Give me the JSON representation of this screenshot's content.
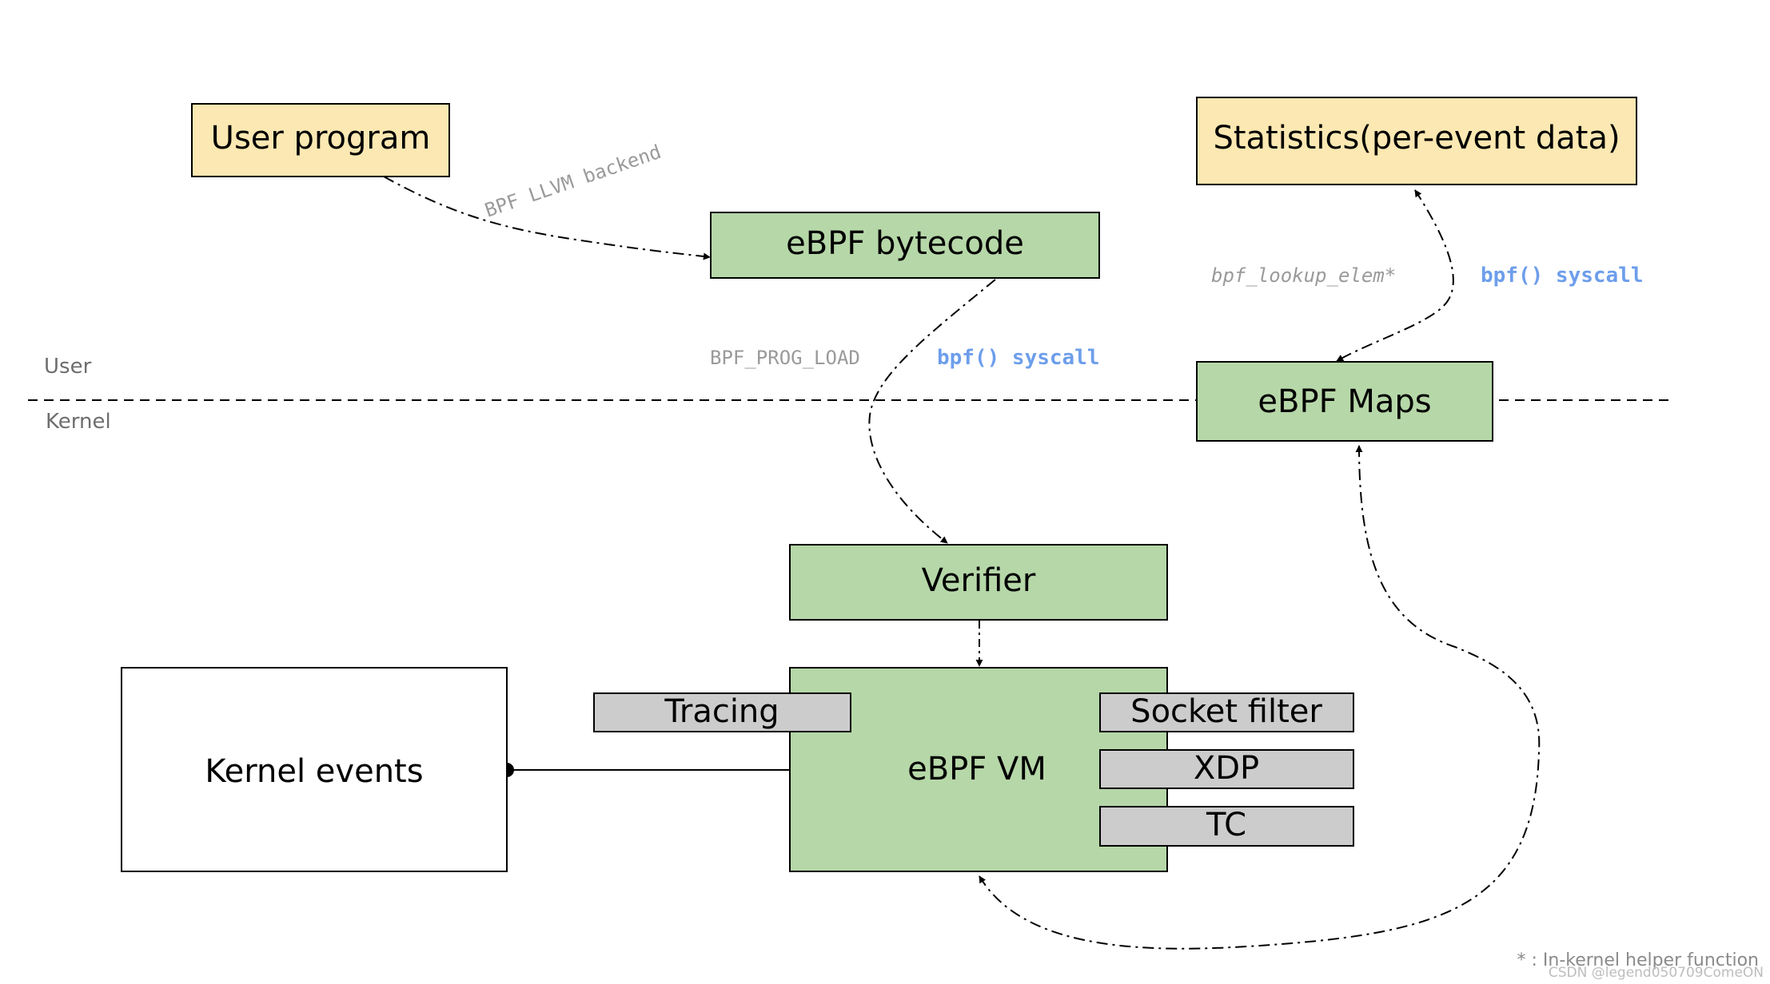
{
  "labels": {
    "user_zone": "User",
    "kernel_zone": "Kernel"
  },
  "boxes": {
    "user_program": "User program",
    "statistics": "Statistics(per-event data)",
    "bytecode": "eBPF bytecode",
    "maps": "eBPF Maps",
    "verifier": "Verifier",
    "kernel_events": "Kernel events",
    "vm": "eBPF VM",
    "tracing": "Tracing",
    "socket_filter": "Socket filter",
    "xdp": "XDP",
    "tc": "TC"
  },
  "annotations": {
    "llvm_backend": "BPF LLVM backend",
    "prog_load": "BPF_PROG_LOAD",
    "syscall_load": "bpf() syscall",
    "lookup_elem": "bpf_lookup_elem*",
    "syscall_maps": "bpf() syscall"
  },
  "footnote": "* : In-kernel helper function",
  "watermark": "CSDN @legend050709ComeON",
  "colors": {
    "yellow_fill": "#fce8b2",
    "green_fill": "#b6d7a8",
    "gray_fill": "#cccccc",
    "syscall_blue": "#6d9eeb",
    "annotation_gray": "#9a9a9a"
  }
}
